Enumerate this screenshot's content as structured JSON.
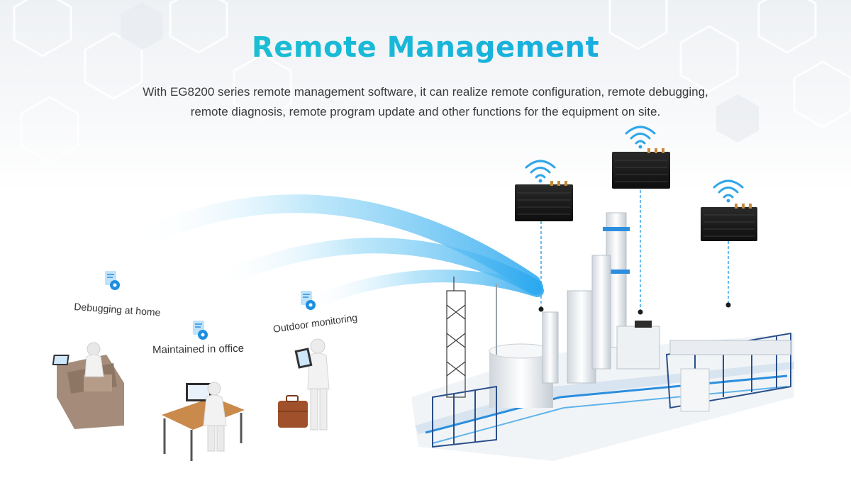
{
  "hero": {
    "title": "Remote Management",
    "description_line1": "With EG8200 series remote management software, it can realize remote configuration, remote debugging,",
    "description_line2": "remote diagnosis, remote program update and other functions for the equipment on site."
  },
  "scenarios": [
    {
      "label": "Debugging at home",
      "icon": "gear-document-icon"
    },
    {
      "label": "Maintained in office",
      "icon": "gear-document-icon"
    },
    {
      "label": "Outdoor monitoring",
      "icon": "gear-document-icon"
    }
  ],
  "devices": [
    {
      "icon": "wifi-icon"
    },
    {
      "icon": "wifi-icon"
    },
    {
      "icon": "wifi-icon"
    }
  ],
  "colors": {
    "title_gradient_start": "#1ec9c9",
    "title_gradient_end": "#1aa0e6",
    "signal_arc": "#3fb6f2",
    "wifi": "#2fa6e8",
    "device_body": "#1c1c1c",
    "plant_blue": "#2b7fd6"
  }
}
